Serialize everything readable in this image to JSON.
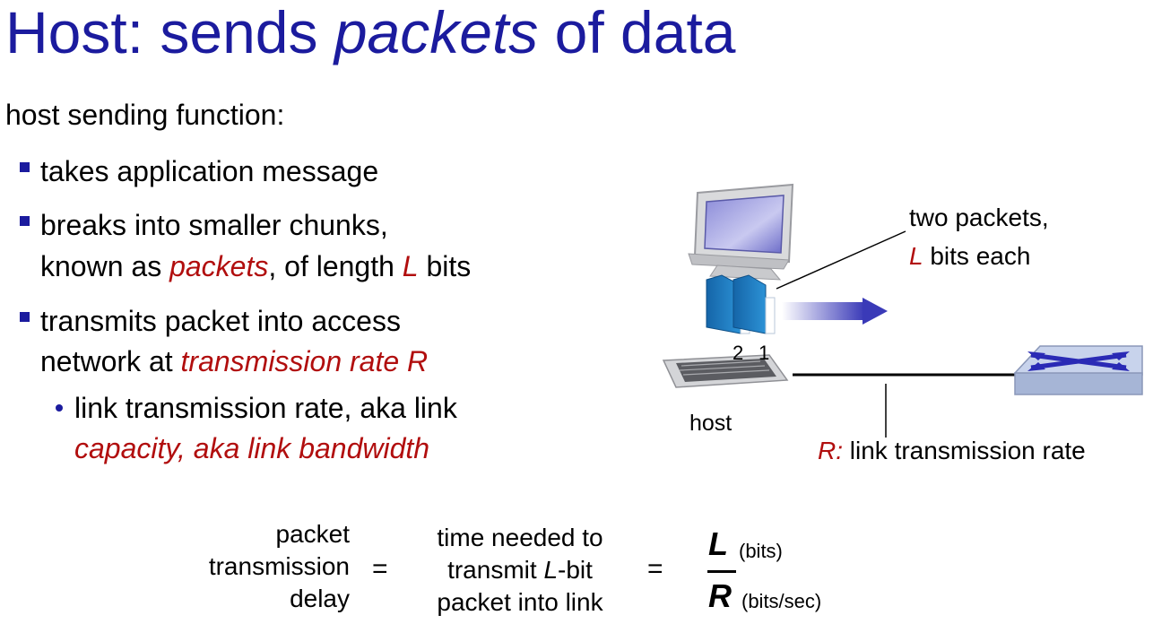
{
  "title": {
    "prefix": "Host: sends ",
    "emph": "packets",
    "suffix": " of data"
  },
  "lead": "host sending function:",
  "bullets": [
    {
      "text": "takes application message"
    },
    {
      "line1": "breaks into smaller chunks,",
      "l2a": "known as ",
      "l2b": "packets",
      "l2c": ", of length ",
      "l2d": "L",
      "l2e": " bits"
    },
    {
      "line1": "transmits packet into access",
      "l2a": "network at ",
      "l2b": "transmission rate R"
    }
  ],
  "subbullet": {
    "line1": "link transmission rate, aka link",
    "line2": "capacity, aka link bandwidth"
  },
  "diagram": {
    "packets_label_1": "two packets,",
    "packets_label_2a": "L",
    "packets_label_2b": " bits each",
    "packet_num_2": "2",
    "packet_num_1": "1",
    "host_label": "host",
    "rate_label_a": "R:",
    "rate_label_b": " link transmission rate",
    "colors": {
      "packet": "#1f7fc4",
      "arrow": "#3a3ab8",
      "router": "#b9c7e6"
    }
  },
  "formula": {
    "lhs": [
      "packet",
      "transmission",
      "delay"
    ],
    "eq1": "=",
    "mid_1": "time needed to",
    "mid_2a": "transmit ",
    "mid_2b": "L",
    "mid_2c": "-bit",
    "mid_3": "packet into link",
    "eq2": "=",
    "num": "L",
    "num_unit": "(bits)",
    "den": "R",
    "den_unit": "(bits/sec)"
  }
}
